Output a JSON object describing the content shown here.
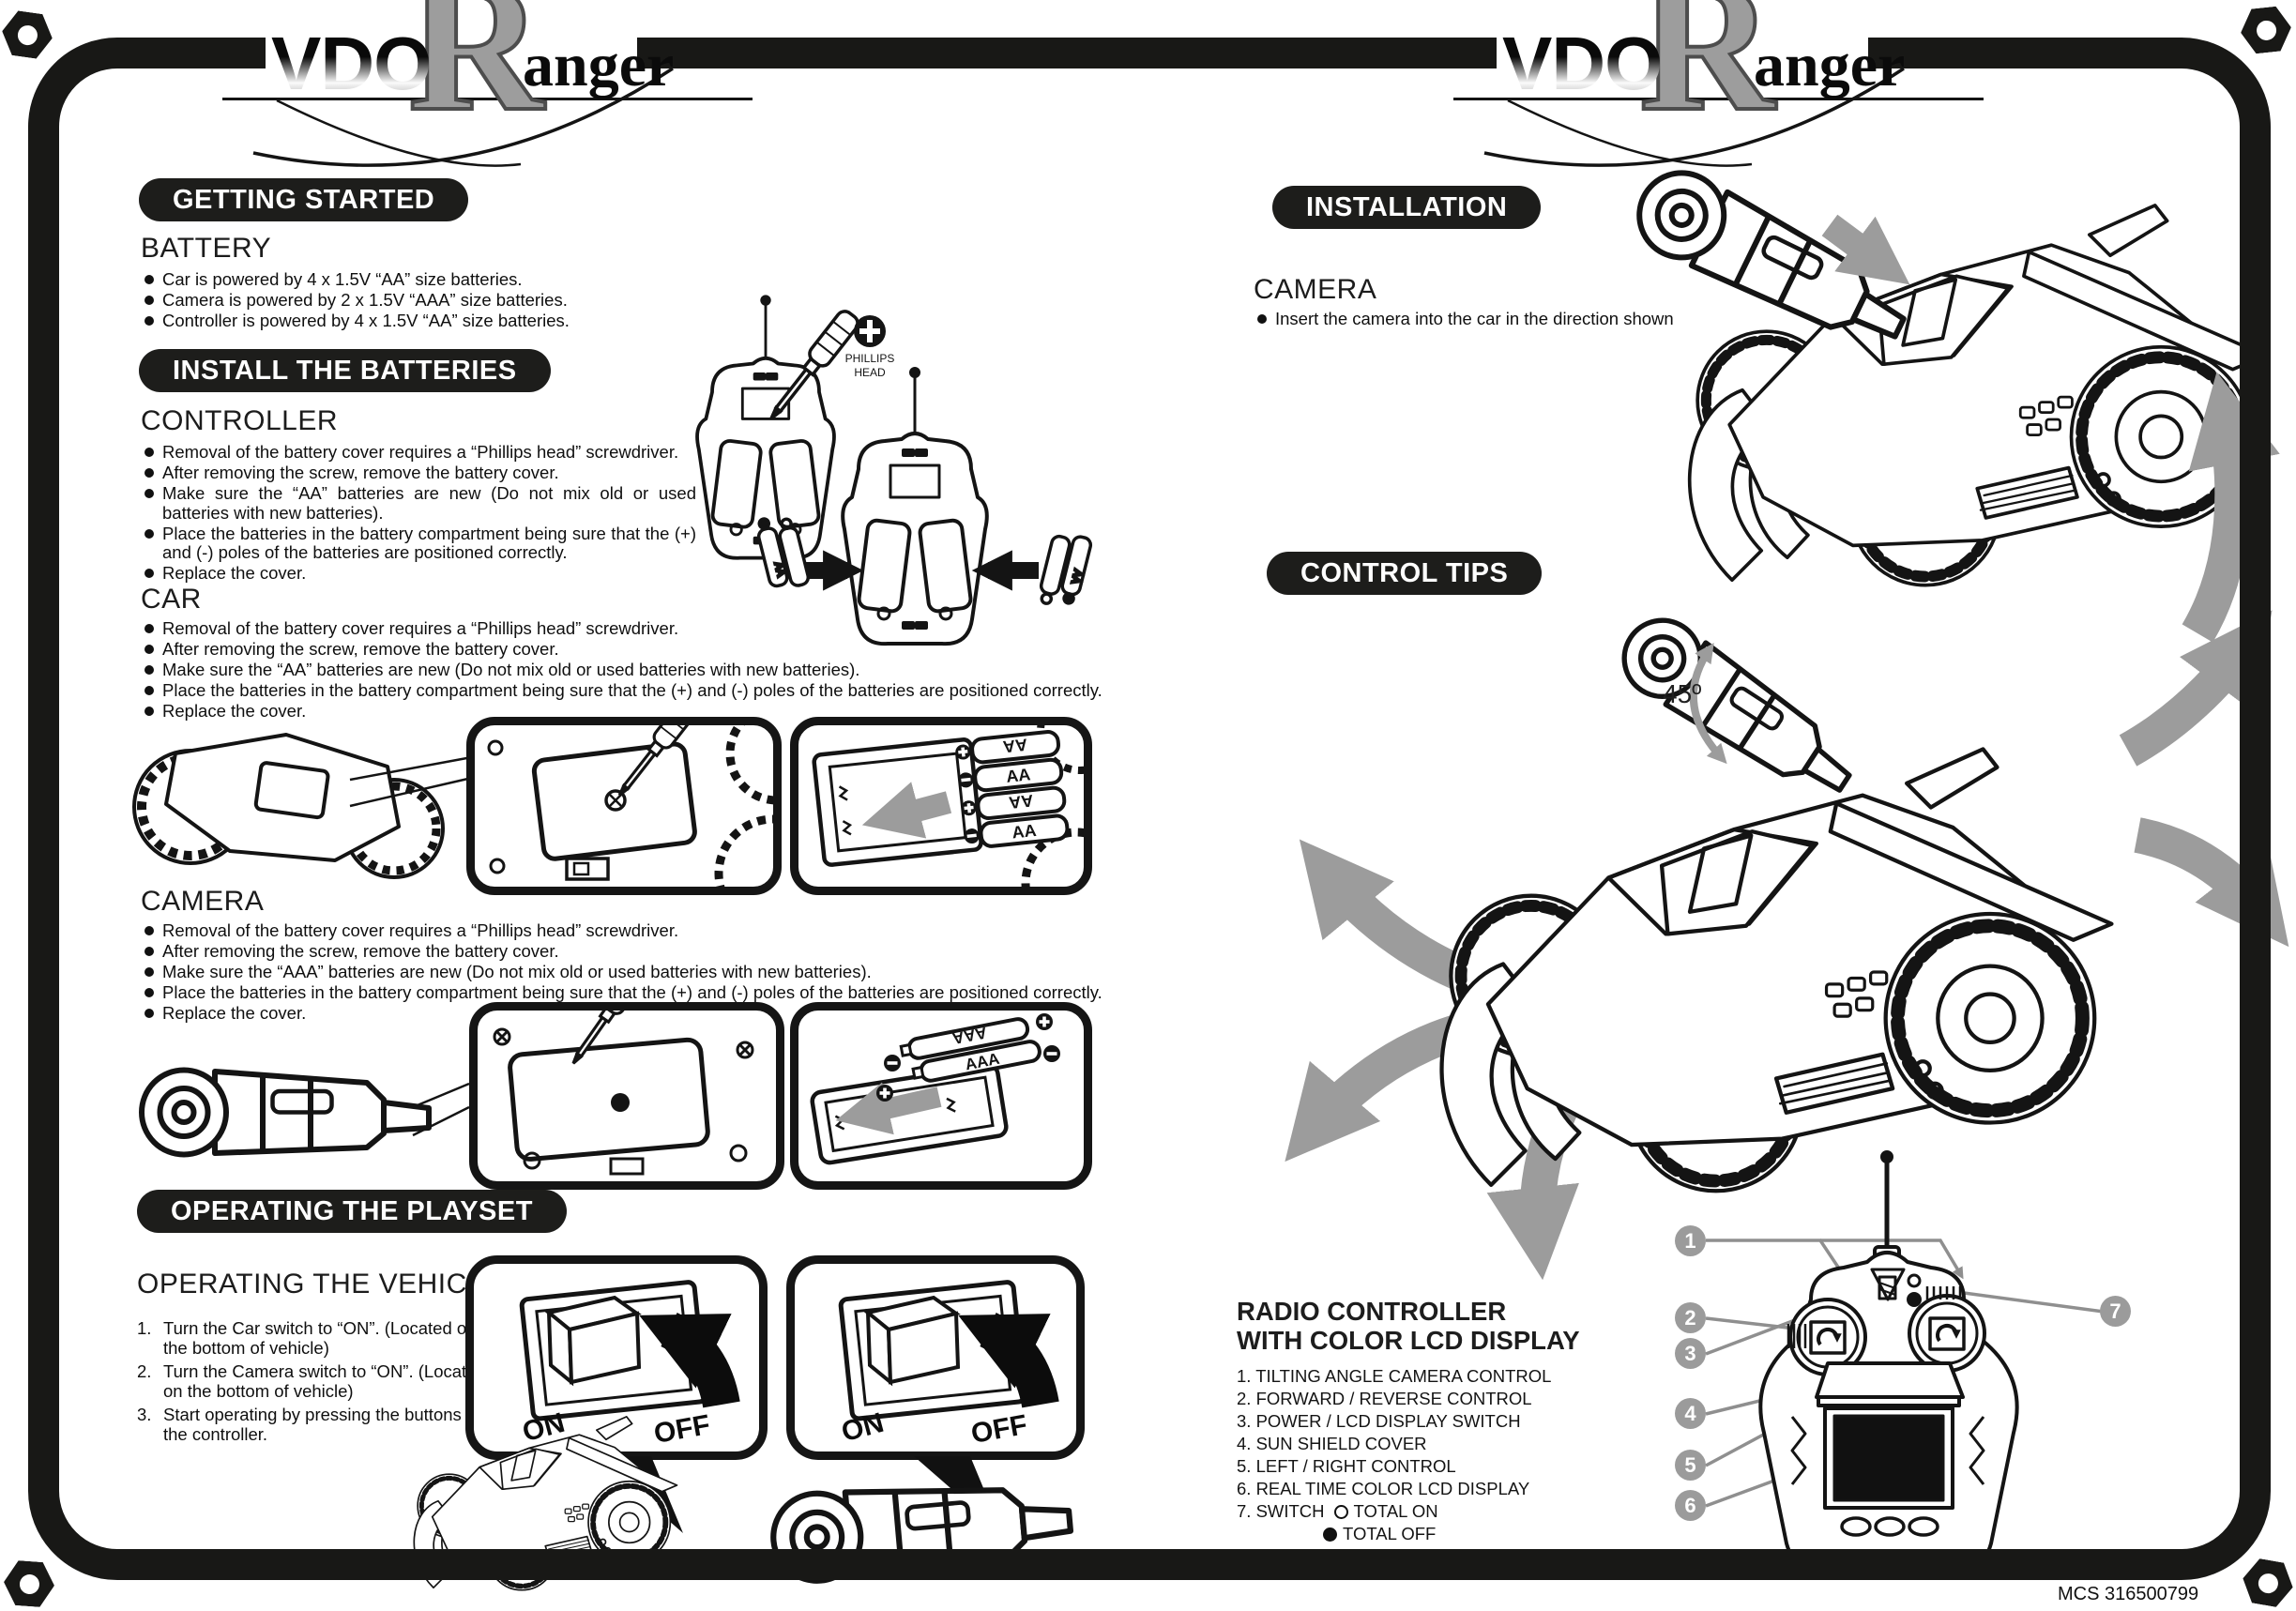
{
  "page": {
    "footer_code": "MCS 316500799"
  },
  "logo": {
    "vdo": "VDO",
    "r": "R",
    "anger": "anger"
  },
  "left": {
    "getting_started": {
      "header": "GETTING STARTED",
      "battery_title": "BATTERY",
      "battery_bullets": [
        "Car is powered by 4 x 1.5V “AA” size batteries.",
        "Camera is powered by 2 x 1.5V “AAA” size batteries.",
        "Controller is powered by 4 x 1.5V “AA” size batteries."
      ]
    },
    "install": {
      "header": "INSTALL THE BATTERIES",
      "controller_title": "CONTROLLER",
      "controller_bullets": [
        "Removal of the battery cover requires a “Phillips head” screwdriver.",
        "After removing the screw, remove the battery cover.",
        "Make sure the “AA” batteries are new (Do not mix old or used batteries with new batteries).",
        "Place the batteries in the battery compartment being sure that the (+) and (-) poles of the batteries are positioned correctly.",
        "Replace the cover."
      ],
      "car_title": "CAR",
      "car_bullets": [
        "Removal of the battery cover requires a “Phillips head” screwdriver.",
        "After removing the screw, remove the battery cover.",
        "Make sure the “AA” batteries are new (Do not mix old or used batteries with new batteries).",
        "Place the batteries in the battery compartment being sure that the (+) and (-) poles of the batteries are positioned correctly.",
        "Replace the cover."
      ],
      "camera_title": "CAMERA",
      "camera_bullets": [
        "Removal of the battery cover requires a “Phillips head” screwdriver.",
        "After removing the screw, remove the battery cover.",
        "Make sure the “AAA” batteries are new (Do not mix old or used batteries with new batteries).",
        "Place the batteries in the battery compartment being sure that the (+) and (-) poles of the batteries are positioned correctly.",
        "Replace the cover."
      ]
    },
    "operating": {
      "header": "OPERATING THE PLAYSET",
      "subtitle": "OPERATING THE VEHICLE",
      "steps": [
        {
          "num": "1.",
          "text": "Turn the  Car switch to “ON”. (Located on the bottom of vehicle)"
        },
        {
          "num": "2.",
          "text": "Turn the Camera switch to “ON”. (Located on the bottom of vehicle)"
        },
        {
          "num": "3.",
          "text": "Start operating by pressing the buttons on the controller."
        }
      ]
    },
    "labels": {
      "phillips_line1": "PHILLIPS",
      "phillips_line2": "HEAD",
      "battery_aa": "AA",
      "battery_aaa": "AAA",
      "switch_on": "ON",
      "switch_off": "OFF"
    }
  },
  "right": {
    "installation": {
      "header": "INSTALLATION",
      "camera_title": "CAMERA",
      "camera_bullet": "Insert the camera into the car in the direction shown"
    },
    "control_tips": {
      "header": "CONTROL TIPS",
      "angle_label": "45º"
    },
    "radio": {
      "title_line1": "RADIO CONTROLLER",
      "title_line2": "WITH COLOR LCD DISPLAY",
      "items": [
        "1. TILTING ANGLE CAMERA CONTROL",
        "2. FORWARD / REVERSE CONTROL",
        "3. POWER / LCD DISPLAY SWITCH",
        "4. SUN SHIELD COVER",
        "5. LEFT / RIGHT CONTROL",
        "6. REAL TIME COLOR LCD DISPLAY"
      ],
      "item7_label": "7. SWITCH",
      "switch_on_label": "TOTAL ON",
      "switch_off_label": "TOTAL OFF",
      "callouts": [
        "1",
        "2",
        "3",
        "4",
        "5",
        "6",
        "7"
      ]
    }
  }
}
